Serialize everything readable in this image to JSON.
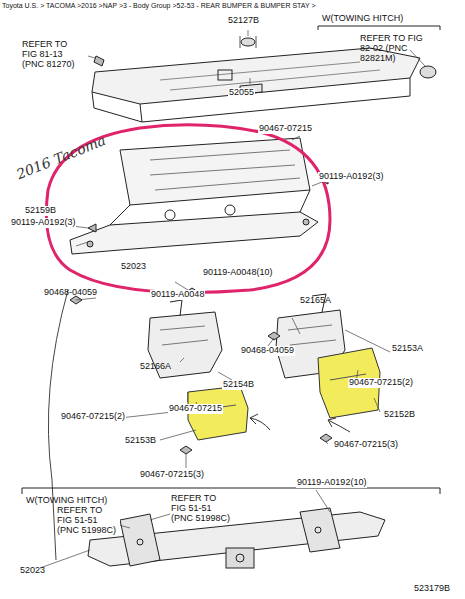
{
  "diagram": {
    "labels": [
      "Toyota U.S. > TACOMA >2016 >NAP >3 - Body Group >52-53 - REAR BUMPER & BUMPER STAY >",
      "52127B",
      "W(TOWING HITCH)",
      "REFER TO FIG 81-13 (PNC 81270)",
      "52055",
      "REFER TO FIG 82-02 (PNC 82821M)",
      "2016 Tacoma",
      "90467-07215",
      "52159B",
      "90119-A0192(3)",
      "90119-A0192(3)",
      "52023",
      "90119-A0048(10)",
      "90468-04059",
      "90119-A0048",
      "52165A",
      "90468-04059",
      "52153A",
      "52166A",
      "52154B",
      "90467-07215",
      "90467-07215(2)",
      "90467-07215(2)",
      "52152B",
      "52153B",
      "90467-07215(3)",
      "90467-07215(3)",
      "W(TOWING HITCH)",
      "REFER TO FIG 51-51 (PNC 51998C)",
      "REFER TO FIG 51-51 (PNC 51998C)",
      "90119-A0192(10)",
      "52023",
      "523179B"
    ]
  }
}
